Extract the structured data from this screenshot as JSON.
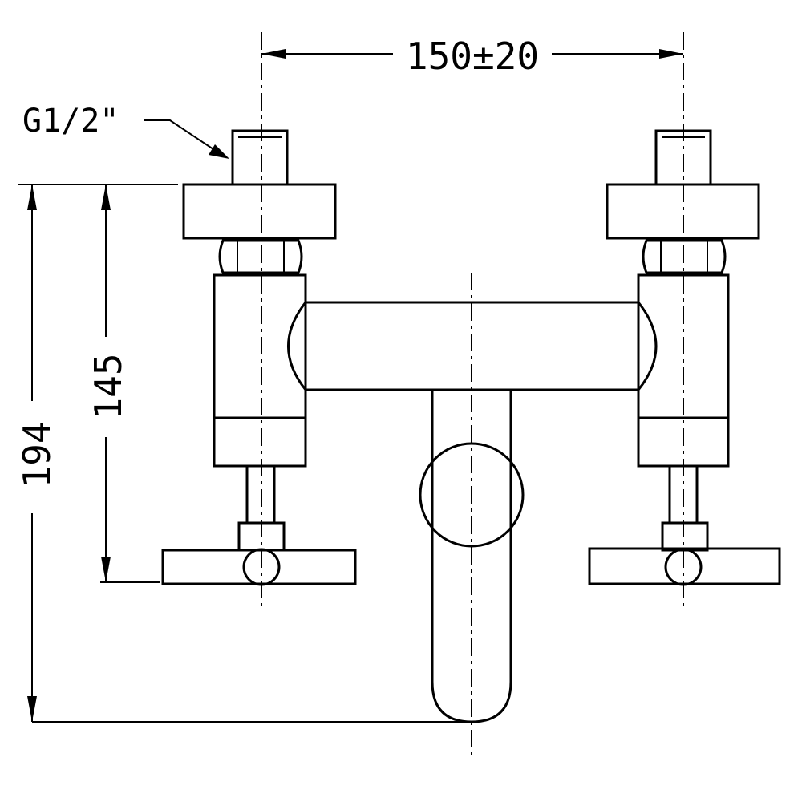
{
  "drawing": {
    "type": "technical-drawing",
    "subject": "wall-mounted two-handle bath mixer, front view",
    "thread_label": "G1/2\"",
    "dimensions": {
      "centers": "150±20",
      "height_to_handles": "145",
      "height_total": "194"
    },
    "colors": {
      "line": "#000000",
      "background": "#ffffff"
    }
  }
}
